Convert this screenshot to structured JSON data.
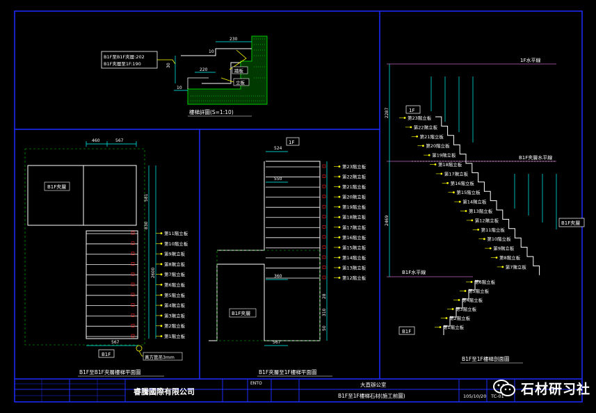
{
  "detail": {
    "callout_lines": [
      "B1F至B1F夾層:202",
      "B1F夾層至1F:190"
    ],
    "tread_label": "踏板",
    "riser_label": "立板",
    "dims": [
      "230",
      "220",
      "10",
      "10",
      "30"
    ],
    "title": "樓梯詳圖(S=1:10)"
  },
  "plan_left": {
    "mezz_label": "B1F夾層",
    "level_label": "B1F",
    "note": "黃方管吊3mm",
    "top_dims": [
      "460",
      "567"
    ],
    "bottom_dim": "567",
    "side_dims": [
      "581",
      "830",
      "2600"
    ],
    "risers": [
      "第11階立板",
      "第10階立板",
      "第9階立板",
      "第8階立板",
      "第7階立板",
      "第6階立板",
      "第5階立板",
      "第4階立板",
      "第3階立板",
      "第2階立板",
      "第1階立板"
    ],
    "title": "B1F至B1F夾層樓梯平面圖"
  },
  "plan_mid": {
    "level_label": "1F",
    "mezz_label": "B1F夾層",
    "dims": [
      "524",
      "550",
      "360",
      "567",
      "28",
      "310",
      "50"
    ],
    "risers": [
      "第23階立板",
      "第22階立板",
      "第21階立板",
      "第20階立板",
      "第19階立板",
      "第18階立板",
      "第17階立板",
      "第16階立板",
      "第15階立板",
      "第14階立板",
      "第13階立板",
      "第12階立板"
    ],
    "title": "B1F夾層至1F樓梯平面圖"
  },
  "section": {
    "level_1f": "1F水平線",
    "level_mezz": "B1F夾層水平線",
    "level_b1f": "B1F水平線",
    "tag_1f": "1F",
    "tag_mezz": "B1F夾層",
    "tag_b1f": "B1F",
    "dims_left": [
      "2287",
      "2469"
    ],
    "risers_upper": [
      "第23階立板",
      "第22階立板",
      "第21階立板",
      "第20階立板",
      "第19階立板",
      "第18階立板",
      "第17階立板",
      "第16階立板",
      "第15階立板",
      "第14階立板",
      "第13階立板",
      "第12階立板",
      "第11階立板",
      "第10階立板",
      "第9階立板",
      "第8階立板",
      "第7階立板"
    ],
    "risers_lower": [
      "第6階立板",
      "第5階立板",
      "第4階立板",
      "第3階立板",
      "第2階立板",
      "第1階立板"
    ],
    "title": "B1F至1F樓梯剖面圖"
  },
  "title_block": {
    "company": "睿騰國際有限公司",
    "project": "大直辦公室",
    "drawing": "B1F至1F樓梯石材(施工前圖)",
    "date": "105/10/20",
    "scale_code": "ENTO",
    "sheet": "TC-01"
  },
  "watermark": {
    "text": "石材研习社",
    "icon": "wechat-icon"
  },
  "colors": {
    "background": "#000000",
    "frame": "#1f2cff",
    "lines": "#ffffff",
    "dims": "#00ffff",
    "accent_yellow": "#ffff00",
    "hatch_green": "#00c800",
    "axis_red": "#ff2020",
    "level_line": "#c060c0"
  }
}
